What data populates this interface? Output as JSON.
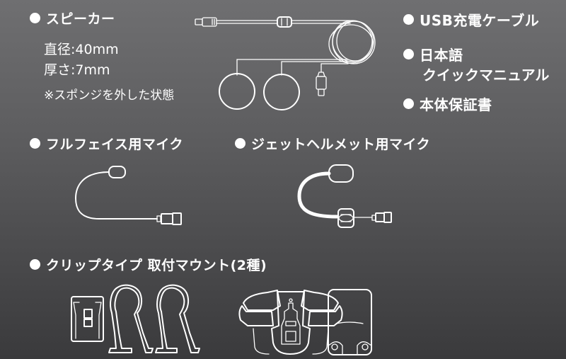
{
  "speaker": {
    "title": "スピーカー",
    "specs": [
      "直径:40mm",
      "厚さ:7mm"
    ],
    "note": "※スポンジを外した状態"
  },
  "accessories": [
    {
      "label": "USB充電ケーブル"
    },
    {
      "label": "日本語",
      "label2": "クイックマニュアル"
    },
    {
      "label": "本体保証書"
    }
  ],
  "mic_fullface": {
    "title": "フルフェイス用マイク"
  },
  "mic_jet": {
    "title": "ジェットヘルメット用マイク"
  },
  "mount": {
    "title": "クリップタイプ 取付マウント(2種)"
  },
  "colors": {
    "background_top": "#6f6f71",
    "background_bottom": "#3a3a3c",
    "foreground": "#ffffff"
  }
}
